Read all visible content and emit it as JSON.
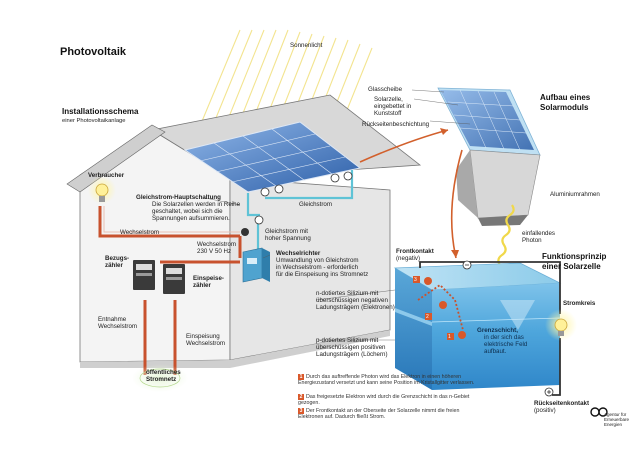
{
  "title": "Photovoltaik",
  "sunlight_label": "Sonnenlicht",
  "install": {
    "heading": "Installationsschema",
    "subheading": "einer Photovoltaikanlage"
  },
  "labels": {
    "verbraucher": "Verbraucher",
    "wechselstrom_left": "Wechselstrom",
    "bezugszaehler_1": "Bezugs-",
    "bezugszaehler_2": "zähler",
    "einspeisezaehler_1": "Einspeise-",
    "einspeisezaehler_2": "zähler",
    "wechselstrom_230_1": "Wechselstrom",
    "wechselstrom_230_2": "230 V 50 Hz",
    "entnahme_1": "Entnahme",
    "entnahme_2": "Wechselstrom",
    "einspeisung_1": "Einspeisung",
    "einspeisung_2": "Wechselstrom",
    "netz_1": "öffentliches",
    "netz_2": "Stromnetz",
    "gleichstrom_haupt": "Gleichstrom-Hauptschaltung",
    "gleichstrom_haupt_d1": "Die Solarzellen werden in Reihe",
    "gleichstrom_haupt_d2": "geschaltet, wobei sich die",
    "gleichstrom_haupt_d3": "Spannungen aufsummieren.",
    "gleichstrom": "Gleichstrom",
    "gleichstrom_hoch_1": "Gleichstrom mit",
    "gleichstrom_hoch_2": "hoher Spannung",
    "wechselrichter": "Wechselrichter",
    "wechselrichter_d1": "Umwandlung von Gleichstrom",
    "wechselrichter_d2": "in Wechselstrom - erforderlich",
    "wechselrichter_d3": "für die Einspeisung ins Stromnetz"
  },
  "module": {
    "heading_1": "Aufbau eines",
    "heading_2": "Solarmoduls",
    "glasscheibe": "Glasscheibe",
    "solarzelle_1": "Solarzelle,",
    "solarzelle_2": "eingebettet in",
    "solarzelle_3": "Kunststoff",
    "rueckseite": "Rückseitenbeschichtung",
    "rahmen": "Aluminiumrahmen"
  },
  "cell": {
    "heading_1": "Funktionsprinzip",
    "heading_2": "einer Solarzelle",
    "einfallend_1": "einfallendes",
    "einfallend_2": "Photon",
    "frontkontakt_1": "Frontkontakt",
    "frontkontakt_2": "(negativ)",
    "n_1": "n-dotiertes Silizium mit",
    "n_2": "überschüssigen negativen",
    "n_3": "Ladungsträgern (Elektronen)",
    "p_1": "p-dotiertes Silizium mit",
    "p_2": "überschüssigen positiven",
    "p_3": "Ladungsträgern (Löchern)",
    "grenz_1": "Grenzschicht,",
    "grenz_2": "in der sich das",
    "grenz_3": "elektrische Feld",
    "grenz_4": "aufbaut.",
    "stromkreis": "Stromkreis",
    "rueckkontakt_1": "Rückseitenkontakt",
    "rueckkontakt_2": "(positiv)",
    "step_numbers": [
      "3",
      "2",
      "1"
    ],
    "legend": [
      {
        "num": "1",
        "text": "Durch das auftreffende Photon wird das Elektron in einen höheren Energiezustand versetzt und kann seine Position im Kristallgitter verlassen."
      },
      {
        "num": "2",
        "text": "Das freigesetzte Elektron wird durch die Grenzschicht in das n-Gebiet gezogen."
      },
      {
        "num": "3",
        "text": "Der Frontkontakt an der Oberseite der Solarzelle nimmt die freien Elektronen auf. Dadurch fließt Strom."
      }
    ]
  },
  "logo_text": "Agentur für Erneuerbare Energien",
  "colors": {
    "wire_red": "#c8522e",
    "wire_cyan": "#5fc3d6",
    "panel_blue": "#4a7fc4",
    "cell_blue": "#4a9ed8",
    "sun_yellow": "#f3e27a"
  }
}
